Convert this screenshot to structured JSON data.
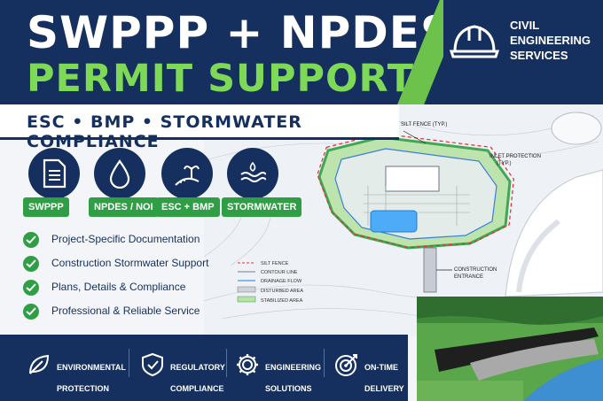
{
  "header": {
    "title_line1": "SWPPP + NPDES",
    "title_line2": "PERMIT SUPPORT",
    "brand_line1": "CIVIL",
    "brand_line2": "ENGINEERING",
    "brand_line3": "SERVICES"
  },
  "subheader": {
    "text": "ESC • BMP • STORMWATER COMPLIANCE"
  },
  "services": [
    {
      "label": "SWPPP",
      "icon": "document-icon"
    },
    {
      "label": "NPDES / NOI",
      "icon": "water-drop-icon"
    },
    {
      "label": "ESC + BMP",
      "icon": "plant-slope-icon"
    },
    {
      "label": "STORMWATER",
      "icon": "waves-icon"
    }
  ],
  "checklist": [
    "Project-Specific Documentation",
    "Construction Stormwater Support",
    "Plans, Details & Compliance",
    "Professional & Reliable Service"
  ],
  "plan": {
    "silt_fence_callout": "SILT FENCE (TYP.)",
    "inlet_callout_1": "INLET PROTECTION",
    "inlet_callout_2": "(TYP.)",
    "construction_1": "CONSTRUCTION",
    "construction_2": "ENTRANCE",
    "legend": [
      "SILT FENCE",
      "CONTOUR LINE",
      "DRAINAGE FLOW",
      "DISTURBED AREA",
      "STABILIZED AREA"
    ]
  },
  "footer": [
    {
      "line1": "ENVIRONMENTAL",
      "line2": "PROTECTION",
      "icon": "leaf-icon"
    },
    {
      "line1": "REGULATORY",
      "line2": "COMPLIANCE",
      "icon": "shield-check-icon"
    },
    {
      "line1": "ENGINEERING",
      "line2": "SOLUTIONS",
      "icon": "gear-icon"
    },
    {
      "line1": "ON-TIME",
      "line2": "DELIVERY",
      "icon": "target-icon"
    }
  ],
  "colors": {
    "navy": "#15305e",
    "green": "#7ed957",
    "badge_green": "#2f9e44"
  }
}
